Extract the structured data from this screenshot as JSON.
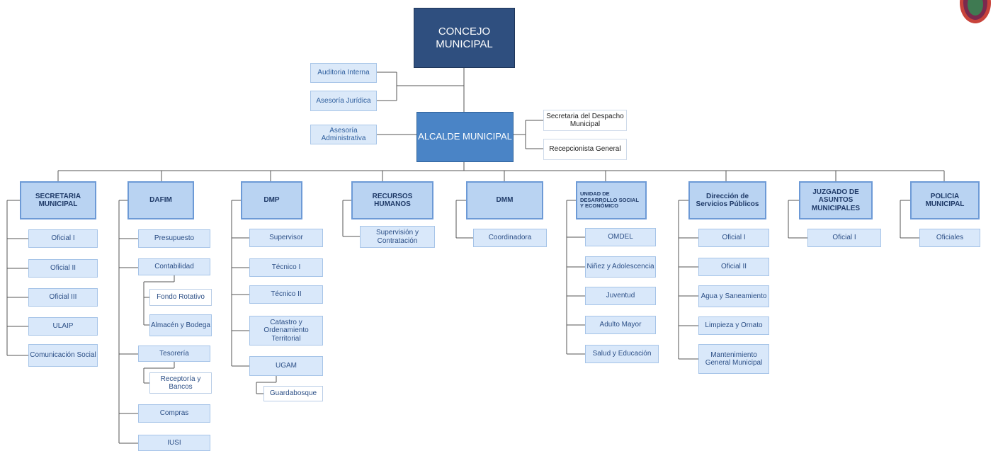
{
  "top": {
    "concejo": "CONCEJO MUNICIPAL",
    "alcalde": "ALCALDE MUNICIPAL"
  },
  "staff_left": [
    "Auditoria Interna",
    "Asesoría Jurídica",
    "Asesoría Administrativa"
  ],
  "staff_right": [
    "Secretaria del Despacho Municipal",
    "Recepcionista General"
  ],
  "departments": [
    {
      "name": "SECRETARIA MUNICIPAL",
      "items": [
        "Oficial I",
        "Oficial II",
        "Oficial III",
        "ULAIP",
        "Comunicación Social"
      ]
    },
    {
      "name": "DAFIM",
      "items": [
        "Presupuesto",
        "Contabilidad",
        "Fondo Rotativo",
        "Almacén y Bodega",
        "Tesorería",
        "Receptoría y Bancos",
        "Compras",
        "IUSI"
      ]
    },
    {
      "name": "DMP",
      "items": [
        "Supervisor",
        "Técnico I",
        "Técnico II",
        "Catastro y Ordenamiento Territorial",
        "UGAM",
        "Guardabosque"
      ]
    },
    {
      "name": "RECURSOS HUMANOS",
      "items": [
        "Supervisión y Contratación"
      ]
    },
    {
      "name": "DMM",
      "items": [
        "Coordinadora"
      ]
    },
    {
      "name": "UNIDAD DE DESARROLLO SOCIAL Y ECONÓMICO",
      "items": [
        "OMDEL",
        "Niñez y Adolescencia",
        "Juventud",
        "Adulto Mayor",
        "Salud y Educación"
      ]
    },
    {
      "name": "Dirección de Servicios Públicos",
      "items": [
        "Oficial I",
        "Oficial II",
        "Agua y Saneamiento",
        "Limpieza y Ornato",
        "Mantenimiento General Municipal"
      ]
    },
    {
      "name": "JUZGADO DE ASUNTOS MUNICIPALES",
      "items": [
        "Oficial I"
      ]
    },
    {
      "name": "POLICIA MUNICIPAL",
      "items": [
        "Oficiales"
      ]
    }
  ],
  "colors": {
    "concejo": "#2f4f7f",
    "alcalde": "#4a84c6",
    "department": "#b9d3f2",
    "unit": "#d9e8fa",
    "line": "#555555"
  },
  "icons": {
    "seal": "municipal-seal-icon"
  }
}
